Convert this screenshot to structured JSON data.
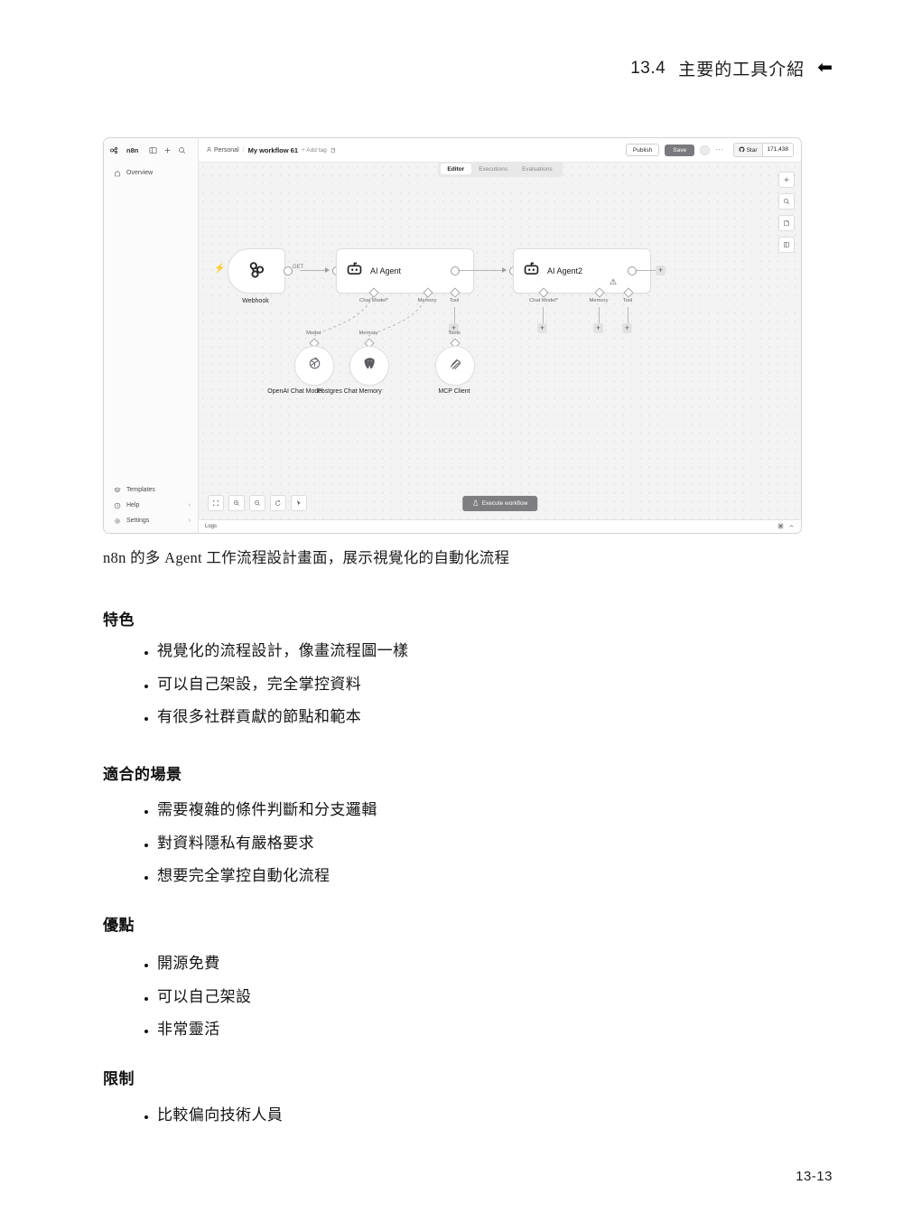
{
  "page_header": {
    "number": "13.4",
    "title": "主要的工具介紹",
    "arrow_icon": "left-arrow-icon"
  },
  "screenshot": {
    "sidebar": {
      "brand": "n8n",
      "top_icons": [
        "panel-toggle-icon",
        "plus-icon",
        "search-icon"
      ],
      "nav": [
        {
          "label": "Overview",
          "icon": "home-icon",
          "chevron": ""
        }
      ],
      "bottom_nav": [
        {
          "label": "Templates",
          "icon": "templates-icon",
          "chevron": ""
        },
        {
          "label": "Help",
          "icon": "help-circle-icon",
          "chevron": "›"
        },
        {
          "label": "Settings",
          "icon": "gear-icon",
          "chevron": "›"
        }
      ]
    },
    "topbar": {
      "project": "Personal",
      "separator": "/",
      "workflow_name": "My workflow 61",
      "add_tag": "+ Add tag",
      "publish_label": "Publish",
      "save_label": "Save",
      "star_label": "Star",
      "star_count": "171,438",
      "more_label": "···"
    },
    "tabs": [
      {
        "label": "Editor",
        "active": true
      },
      {
        "label": "Executions",
        "active": false
      },
      {
        "label": "Evaluations",
        "active": false
      }
    ],
    "canvas": {
      "right_tools": [
        "plus-icon",
        "search-icon",
        "sticky-note-icon",
        "side-panel-icon"
      ],
      "nodes": [
        {
          "name": "Webhook",
          "icon": "webhook-icon",
          "type": "trigger",
          "output_label": "GET"
        },
        {
          "name": "AI Agent",
          "icon": "robot-icon",
          "type": "agent",
          "ports": [
            "Chat Model*",
            "Memory",
            "Tool"
          ]
        },
        {
          "name": "AI Agent2",
          "icon": "robot-icon",
          "type": "agent",
          "ports": [
            "Chat Model*",
            "Memory",
            "Tool"
          ],
          "warning": true
        }
      ],
      "sub_nodes": [
        {
          "name": "OpenAI Chat Model",
          "icon": "openai-icon",
          "connector_label": "Model"
        },
        {
          "name": "Postgres Chat Memory",
          "icon": "postgres-icon",
          "connector_label": "Memory"
        },
        {
          "name": "MCP Client",
          "icon": "mcp-icon",
          "connector_label": "Tools"
        }
      ]
    },
    "bottom_tools": [
      "fit-view-icon",
      "zoom-in-icon",
      "zoom-out-icon",
      "reset-zoom-icon",
      "pointer-icon"
    ],
    "execute_label": "Execute workflow",
    "logs_label": "Logs"
  },
  "caption": "n8n 的多 Agent 工作流程設計畫面，展示視覺化的自動化流程",
  "sections": [
    {
      "heading": "特色",
      "items": [
        "視覺化的流程設計，像畫流程圖一樣",
        "可以自己架設，完全掌控資料",
        "有很多社群貢獻的節點和範本"
      ]
    },
    {
      "heading": "適合的場景",
      "items": [
        "需要複雜的條件判斷和分支邏輯",
        "對資料隱私有嚴格要求",
        "想要完全掌控自動化流程"
      ]
    },
    {
      "heading": "優點",
      "items": [
        "開源免費",
        "可以自己架設",
        "非常靈活"
      ]
    },
    {
      "heading": "限制",
      "items": [
        "比較偏向技術人員"
      ]
    }
  ],
  "page_number": "13-13"
}
